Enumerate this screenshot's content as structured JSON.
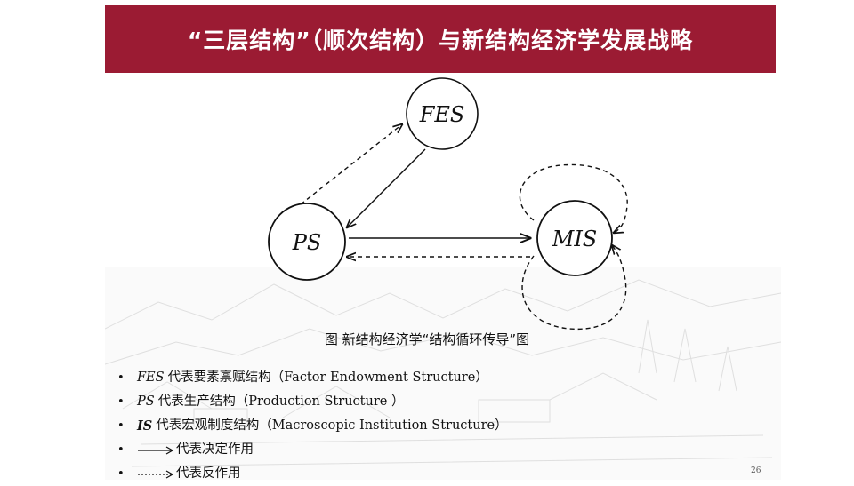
{
  "title": "“三层结构”（顺次结构）与新结构经济学发展战略",
  "diagram": {
    "nodes": {
      "fes": "FES",
      "ps": "PS",
      "mis": "MIS"
    }
  },
  "caption": "图 新结构经济学“结构循环传导”图",
  "legend": [
    {
      "bullet": "•",
      "abbr": "FES",
      "text": "代表要素禀赋结构（Factor Endowment Structure）"
    },
    {
      "bullet": "•",
      "abbr": "PS",
      "text": "代表生产结构（Production Structure ）"
    },
    {
      "bullet": "•",
      "abbr": "IS",
      "text": "代表宏观制度结构（Macroscopic Institution Structure）"
    },
    {
      "bullet": "•",
      "text": "代表决定作用"
    },
    {
      "bullet": "•",
      "text": "代表反作用"
    }
  ],
  "page_number": "26",
  "colors": {
    "banner": "#9b1b33",
    "banner_text": "#ffffff",
    "ink": "#111111"
  }
}
